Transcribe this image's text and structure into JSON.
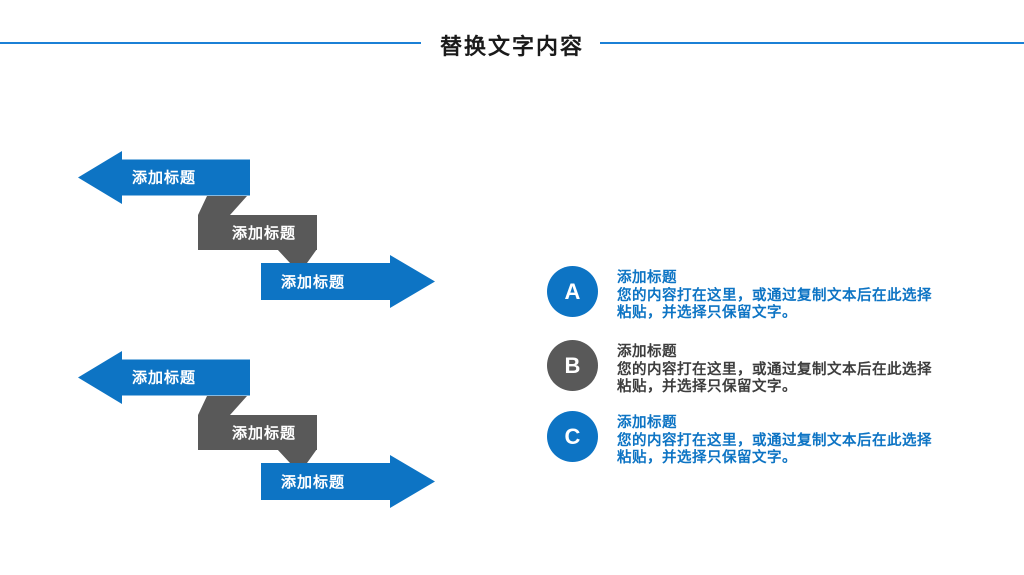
{
  "slide": {
    "title": "替换文字内容",
    "colors": {
      "blue": "#0d74c4",
      "divider_blue": "#1b80d6",
      "gray": "#595959",
      "dark_text": "#3d3d3d",
      "title_text": "#1a1a1a"
    }
  },
  "diagram": {
    "groups": [
      {
        "items": [
          {
            "label": "添加标题"
          },
          {
            "label": "添加标题"
          },
          {
            "label": "添加标题"
          }
        ]
      },
      {
        "items": [
          {
            "label": "添加标题"
          },
          {
            "label": "添加标题"
          },
          {
            "label": "添加标题"
          }
        ]
      }
    ]
  },
  "legend": {
    "items": [
      {
        "letter": "A",
        "tone": "blue",
        "title": "添加标题",
        "body_line1": "您的内容打在这里，或通过复制文本后在此选择",
        "body_line2": "粘贴，并选择只保留文字。"
      },
      {
        "letter": "B",
        "tone": "gray",
        "title": "添加标题",
        "body_line1": "您的内容打在这里，或通过复制文本后在此选择",
        "body_line2": "粘贴，并选择只保留文字。"
      },
      {
        "letter": "C",
        "tone": "blue",
        "title": "添加标题",
        "body_line1": "您的内容打在这里，或通过复制文本后在此选择",
        "body_line2": "粘贴，并选择只保留文字。"
      }
    ]
  }
}
